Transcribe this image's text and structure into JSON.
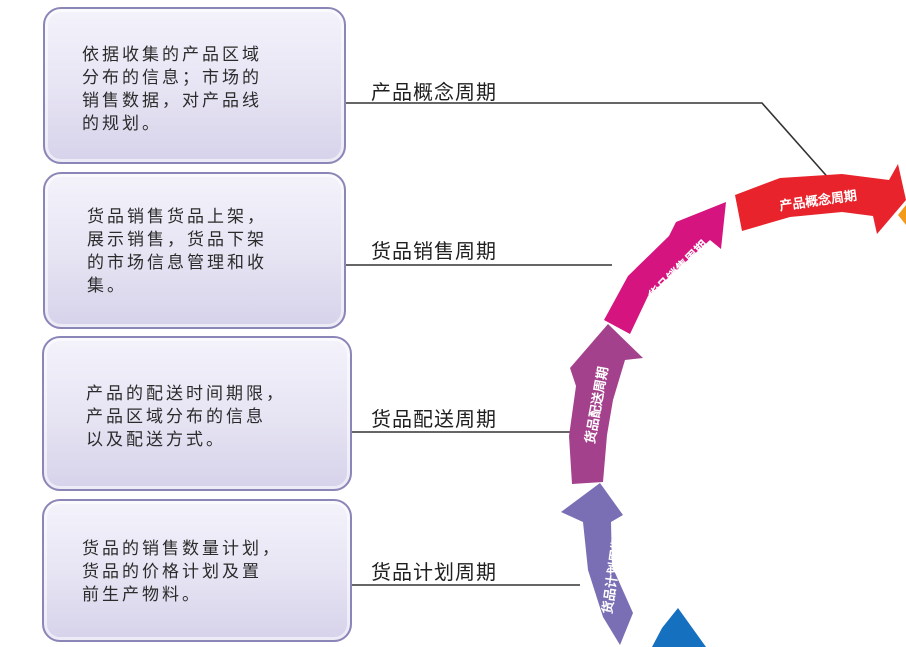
{
  "cards": [
    {
      "text": "依据收集的产品区域\n分布的信息；市场的\n销售数据，对产品线\n的规划。"
    },
    {
      "text": "货品销售货品上架，\n展示销售，货品下架\n的市场信息管理和收\n集。"
    },
    {
      "text": "产品的配送时间期限，\n产品区域分布的信息\n以及配送方式。"
    },
    {
      "text": "货品的销售数量计划，\n货品的价格计划及置\n前生产物料。"
    }
  ],
  "cycles": [
    {
      "label": "产品概念周期"
    },
    {
      "label": "货品销售周期"
    },
    {
      "label": "货品配送周期"
    },
    {
      "label": "货品计划周期"
    }
  ],
  "arrows": [
    {
      "label": "产品概念周期",
      "color": "#e8232b"
    },
    {
      "label": "货品销售周期",
      "color": "#d6147f"
    },
    {
      "label": "货品配送周期",
      "color": "#a4418c"
    },
    {
      "label": "货品计划周期",
      "color": "#7a6fb4"
    },
    {
      "label": "",
      "color": "#1670c0"
    }
  ]
}
